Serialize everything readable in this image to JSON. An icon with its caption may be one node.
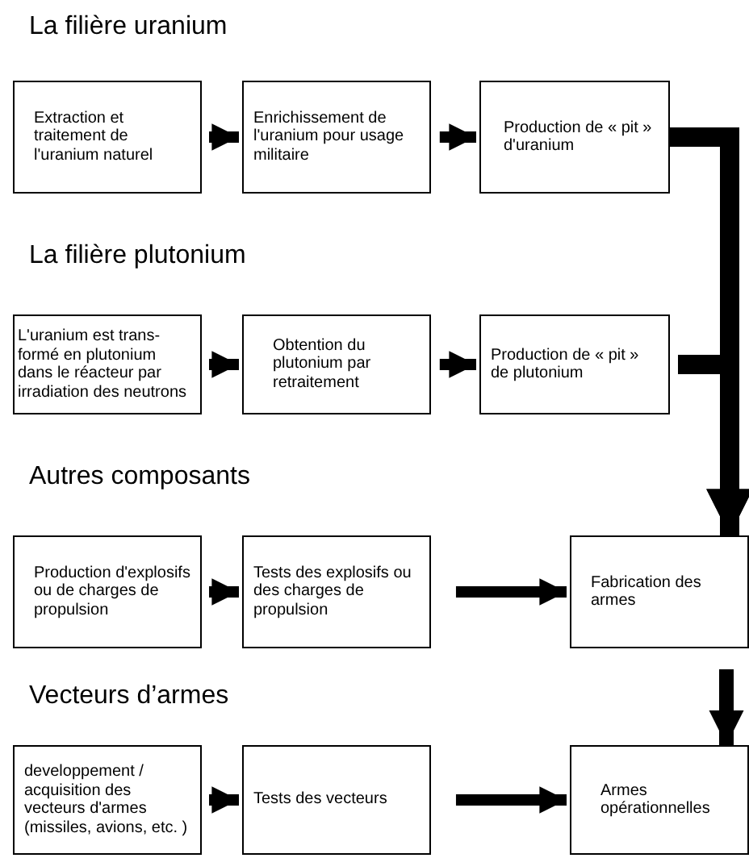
{
  "diagram": {
    "nodes": [
      {
        "text": [
          "Extraction et traitement de l'uranium naturel"
        ]
      },
      {
        "text": [
          "Enrichissement de l'uranium pour usage militaire"
        ]
      },
      {
        "text": [
          "Production de « pit » d'uranium"
        ]
      },
      {
        "text": [
          "L'uranium est trans-formé en plutonium dans le réacteur par irradiation des neutrons"
        ]
      },
      {
        "text": [
          "Obtention du plutonium par retraitement"
        ]
      },
      {
        "text": [
          "Production de « pit » de plutonium"
        ]
      },
      {
        "text": [
          "Production d'explosifs ou de charges de propulsion"
        ]
      },
      {
        "text": [
          "Tests des explosifs ou des charges de propulsion"
        ]
      },
      {
        "text": [
          "Fabrication des armes"
        ]
      },
      {
        "text": [
          "developpement / acquisition des vecteurs d'armes (missiles, avions, etc. )"
        ]
      },
      {
        "text": [
          "Tests des vecteurs"
        ]
      },
      {
        "text": [
          "Armes opérationnelles"
        ]
      }
    ],
    "edges": [
      {
        "from": 0,
        "to": 1,
        "arrow": "to"
      },
      {
        "from": 1,
        "to": 2,
        "arrow": "to"
      },
      {
        "from": 2,
        "to": 8,
        "arrow": "to"
      },
      {
        "from": 3,
        "to": 4,
        "arrow": "to"
      },
      {
        "from": 4,
        "to": 5,
        "arrow": "to"
      },
      {
        "from": 5,
        "to": 8,
        "arrow": "to"
      },
      {
        "from": 6,
        "to": 7,
        "arrow": "to"
      },
      {
        "from": 7,
        "to": 8,
        "arrow": "to"
      },
      {
        "from": 8,
        "to": 11,
        "arrow": "to"
      },
      {
        "from": 9,
        "to": 10,
        "arrow": "to"
      },
      {
        "from": 10,
        "to": 11,
        "arrow": "to"
      }
    ],
    "labels": [
      "La filière uranium",
      "La filière plutonium",
      "Autres composants",
      "Vecteurs d’armes"
    ]
  }
}
